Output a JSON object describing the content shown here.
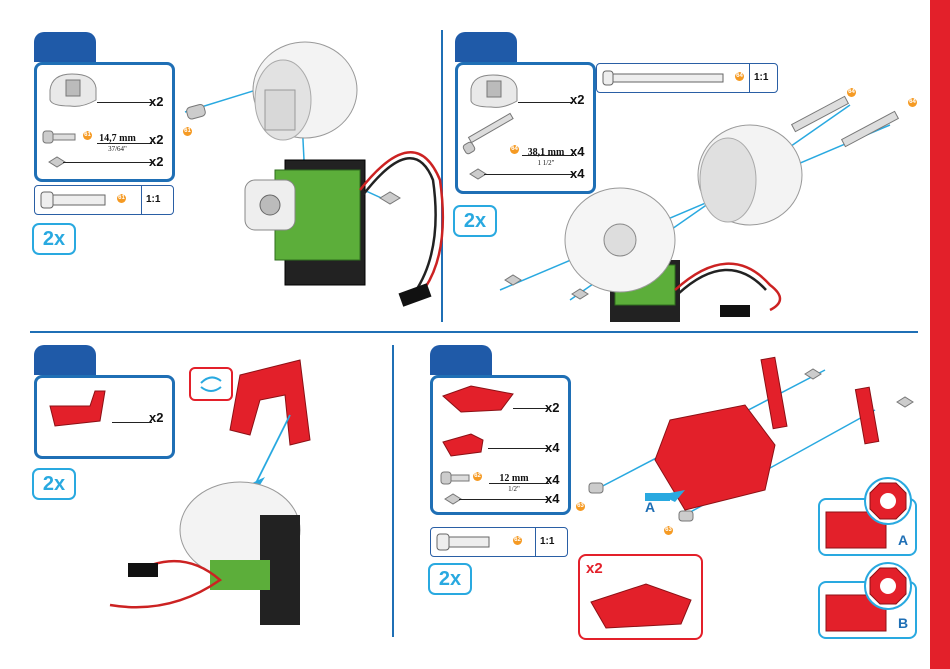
{
  "step1": {
    "parts": [
      {
        "icon": "servo-horn-cap-icon",
        "qty": "x2"
      },
      {
        "icon": "screw-icon",
        "tag": "61",
        "dim_main": "14,7 mm",
        "dim_sub": "37/64\"",
        "qty": "x2"
      },
      {
        "icon": "nut-icon",
        "qty": "x2"
      }
    ],
    "scale_tag": "61",
    "scale": "1:1",
    "multiplier": "2x",
    "tag_assembly": "61"
  },
  "step2": {
    "parts": [
      {
        "icon": "servo-horn-cap-icon",
        "qty": "x2"
      },
      {
        "icon": "long-screw-icon",
        "tag": "64",
        "dim_main": "38,1 mm",
        "dim_sub": "1 1/2\"",
        "qty": "x4"
      },
      {
        "icon": "nut-icon",
        "qty": "x4"
      }
    ],
    "scale_tag": "64",
    "scale": "1:1",
    "multiplier": "2x",
    "tag_assembly_1": "64",
    "tag_assembly_2": "64"
  },
  "step3": {
    "parts": [
      {
        "icon": "u-bracket-icon",
        "qty": "x2"
      }
    ],
    "multiplier": "2x"
  },
  "step4": {
    "parts": [
      {
        "icon": "plate-icon",
        "qty": "x2"
      },
      {
        "icon": "bracket-icon",
        "qty": "x4"
      },
      {
        "icon": "screw-icon",
        "tag": "62",
        "dim_main": "12 mm",
        "dim_sub": "1/2\"",
        "qty": "x4"
      },
      {
        "icon": "nut-icon",
        "qty": "x4"
      }
    ],
    "scale_tag": "62",
    "scale": "1:1",
    "multiplier": "2x",
    "tag_1": "63",
    "tag_2": "63",
    "arrow_label": "A",
    "sub_x2": "x2",
    "detail_a": "A",
    "detail_b": "B"
  },
  "colors": {
    "blue": "#1f6fb5",
    "cyan": "#29a9e0",
    "red": "#e3202a",
    "green": "#5cae3a",
    "orange": "#f59a23"
  }
}
